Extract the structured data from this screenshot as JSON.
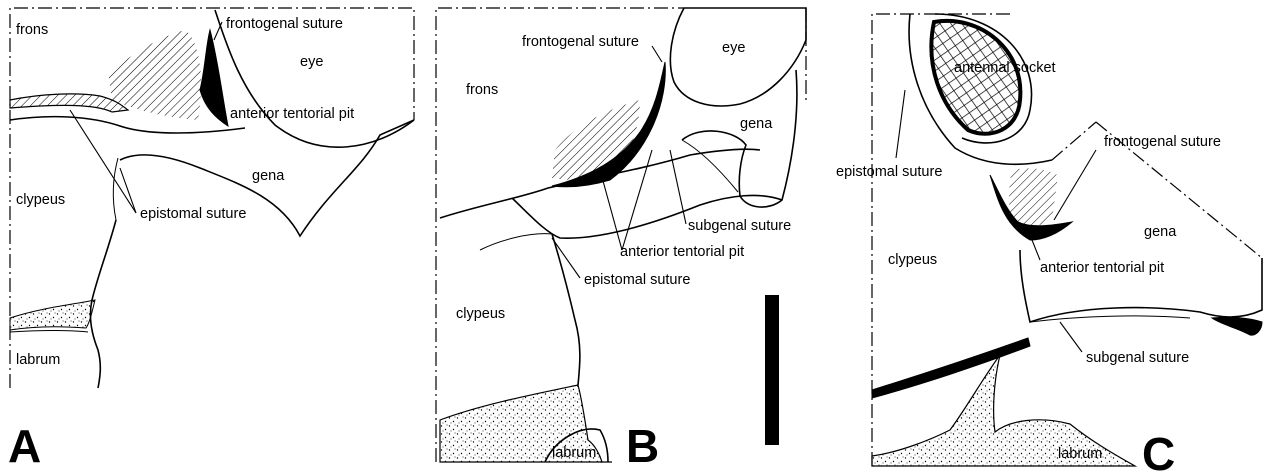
{
  "figure": {
    "panels": [
      {
        "letter": "A",
        "labels": {
          "frons": "frons",
          "frontogenal_suture": "frontogenal suture",
          "eye": "eye",
          "anterior_tentorial_pit": "anterior tentorial pit",
          "gena": "gena",
          "clypeus": "clypeus",
          "epistomal_suture": "epistomal suture",
          "labrum": "labrum"
        }
      },
      {
        "letter": "B",
        "labels": {
          "frontogenal_suture": "frontogenal suture",
          "eye": "eye",
          "frons": "frons",
          "gena": "gena",
          "subgenal_suture": "subgenal suture",
          "anterior_tentorial_pit": "anterior tentorial pit",
          "epistomal_suture": "epistomal suture",
          "clypeus": "clypeus",
          "labrum": "labrum"
        }
      },
      {
        "letter": "C",
        "labels": {
          "antennal_socket": "antennal socket",
          "frontogenal_suture": "frontogenal suture",
          "epistomal_suture": "epistomal suture",
          "gena": "gena",
          "clypeus": "clypeus",
          "anterior_tentorial_pit": "anterior tentorial pit",
          "subgenal_suture": "subgenal suture",
          "labrum": "labrum"
        }
      }
    ]
  }
}
